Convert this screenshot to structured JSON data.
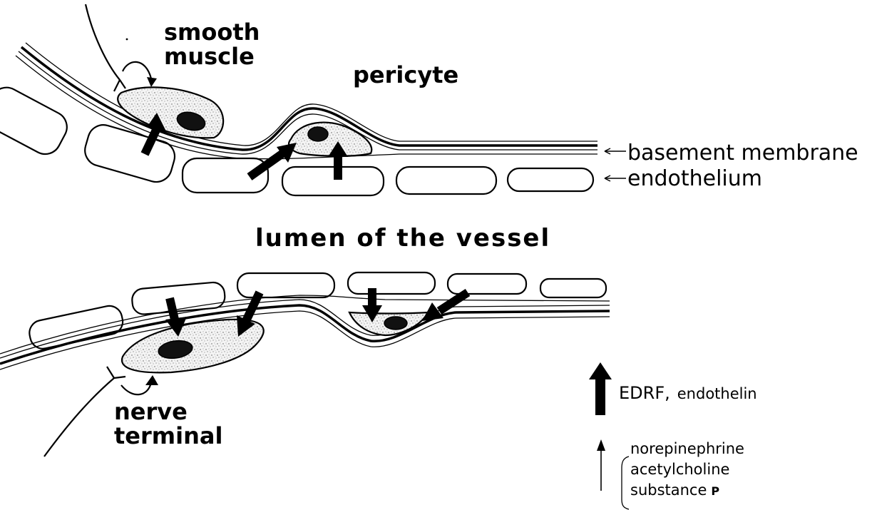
{
  "labels": {
    "smooth_muscle_line1": "smooth",
    "smooth_muscle_line2": "muscle",
    "pericyte": "pericyte",
    "basement_membrane": "basement membrane",
    "endothelium": "endothelium",
    "lumen": "lumen of the vessel",
    "nerve_terminal_line1": "nerve",
    "nerve_terminal_line2": "terminal"
  },
  "legend": {
    "thick_arrow_label": "EDRF,",
    "thick_arrow_label2": "endothelin",
    "thin_arrow_items": [
      "norepinephrine",
      "acetylcholine",
      "substance"
    ],
    "substance_suffix": "P"
  }
}
